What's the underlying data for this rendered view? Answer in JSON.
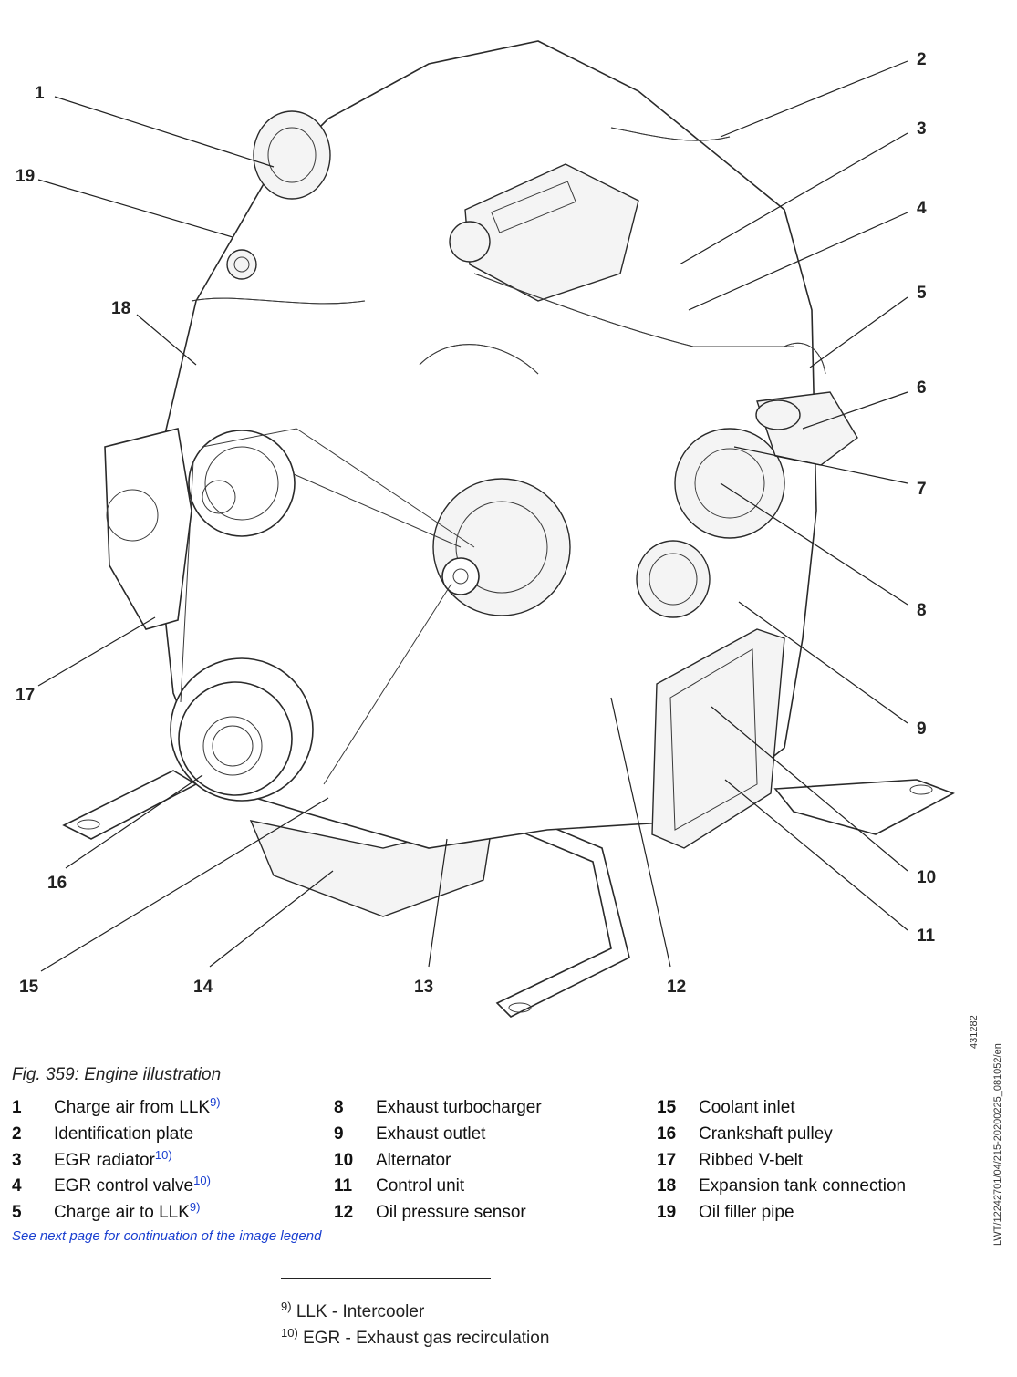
{
  "figure": {
    "callouts": [
      "1",
      "2",
      "3",
      "4",
      "5",
      "6",
      "7",
      "8",
      "9",
      "10",
      "11",
      "12",
      "13",
      "14",
      "15",
      "16",
      "17",
      "18",
      "19"
    ],
    "side_id": "431282"
  },
  "caption": "Fig. 359: Engine illustration",
  "legend": {
    "columns": [
      [
        {
          "num": "1",
          "text": "Charge air from LLK",
          "ref": "9)"
        },
        {
          "num": "2",
          "text": "Identification plate",
          "ref": ""
        },
        {
          "num": "3",
          "text": "EGR radiator",
          "ref": "10)"
        },
        {
          "num": "4",
          "text": "EGR control valve",
          "ref": "10)"
        },
        {
          "num": "5",
          "text": "Charge air to LLK",
          "ref": "9)"
        }
      ],
      [
        {
          "num": "8",
          "text": "Exhaust turbocharger",
          "ref": ""
        },
        {
          "num": "9",
          "text": "Exhaust outlet",
          "ref": ""
        },
        {
          "num": "10",
          "text": "Alternator",
          "ref": ""
        },
        {
          "num": "11",
          "text": "Control unit",
          "ref": ""
        },
        {
          "num": "12",
          "text": "Oil pressure sensor",
          "ref": ""
        }
      ],
      [
        {
          "num": "15",
          "text": "Coolant inlet",
          "ref": ""
        },
        {
          "num": "16",
          "text": "Crankshaft pulley",
          "ref": ""
        },
        {
          "num": "17",
          "text": "Ribbed V-belt",
          "ref": ""
        },
        {
          "num": "18",
          "text": "Expansion tank connection",
          "ref": ""
        },
        {
          "num": "19",
          "text": "Oil filler pipe",
          "ref": ""
        }
      ]
    ],
    "continuation_note": "See next page for continuation of the image legend"
  },
  "footnotes": [
    {
      "mark": "9)",
      "text": " LLK - Intercooler"
    },
    {
      "mark": "10)",
      "text": " EGR - Exhaust gas recirculation"
    }
  ],
  "doc_id": "LWT/12242701/04/215-20200225_081052/en"
}
